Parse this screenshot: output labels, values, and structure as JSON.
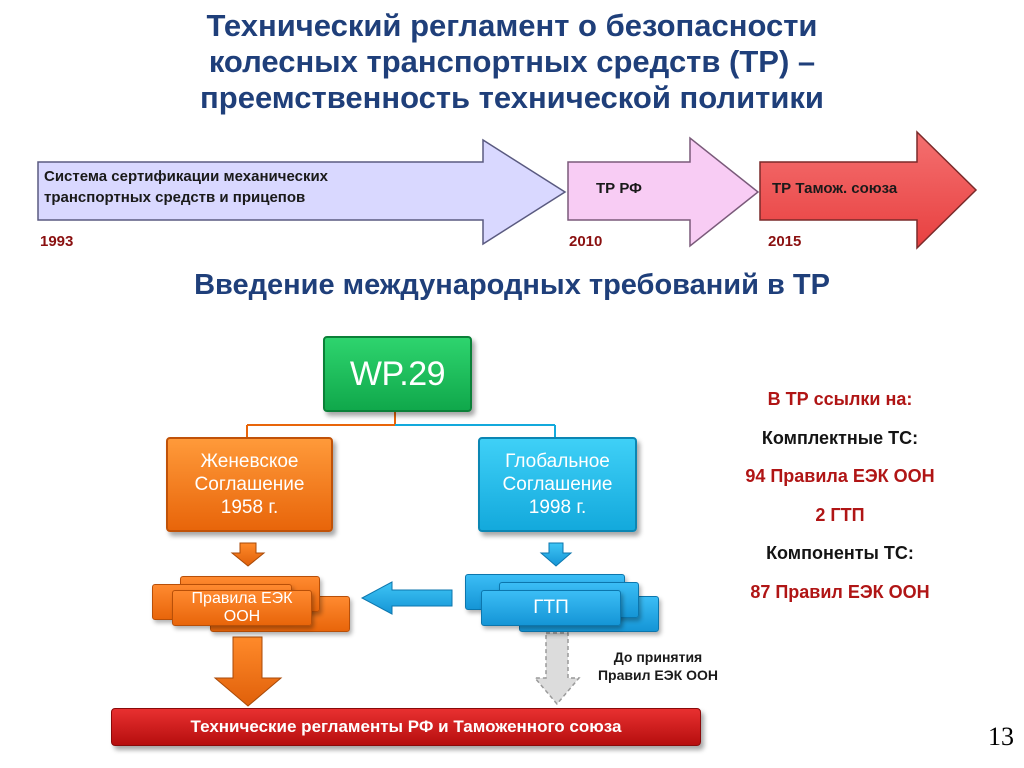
{
  "title_lines": [
    "Технический регламент о безопасности",
    "колесных транспортных средств (ТР) –",
    "преемственность технической политики"
  ],
  "timeline": [
    {
      "label_lines": [
        "Система сертификации механических",
        "транспортных средств и прицепов"
      ],
      "year": "1993",
      "color": "#d9d8ff"
    },
    {
      "label_lines": [
        "ТР РФ"
      ],
      "year": "2010",
      "color": "#f8ccf4"
    },
    {
      "label_lines": [
        "ТР  Тамож. союза"
      ],
      "year": "2015",
      "color": "#f05555"
    }
  ],
  "subtitle": "Введение международных требований в ТР",
  "diagram": {
    "wp29": "WP.29",
    "geneva_lines": [
      "Женевское",
      "Соглашение",
      "1958 г."
    ],
    "global_lines": [
      "Глобальное",
      "Соглашение",
      "1998 г."
    ],
    "unece_rules": "Правила ЕЭК ООН",
    "gtr": "ГТП",
    "note_lines": [
      "До принятия",
      "Правил ЕЭК ООН"
    ],
    "bottom_bar": "Технические регламенты РФ и Таможенного союза"
  },
  "references": {
    "heading": "В ТР ссылки на:",
    "complete_label": "Комплектные ТС:",
    "complete_rules": "94 Правила ЕЭК ООН",
    "complete_gtr": "2 ГТП",
    "components_label": "Компоненты ТС:",
    "components_rules": "87 Правил ЕЭК ООН"
  },
  "page_number": "13",
  "colors": {
    "title": "#1f3f7a",
    "wp29": "#10a84b",
    "geneva": "#e8650a",
    "global": "#13a9dc",
    "bottom_bar": "#c01010",
    "accent_red": "#b01515"
  }
}
